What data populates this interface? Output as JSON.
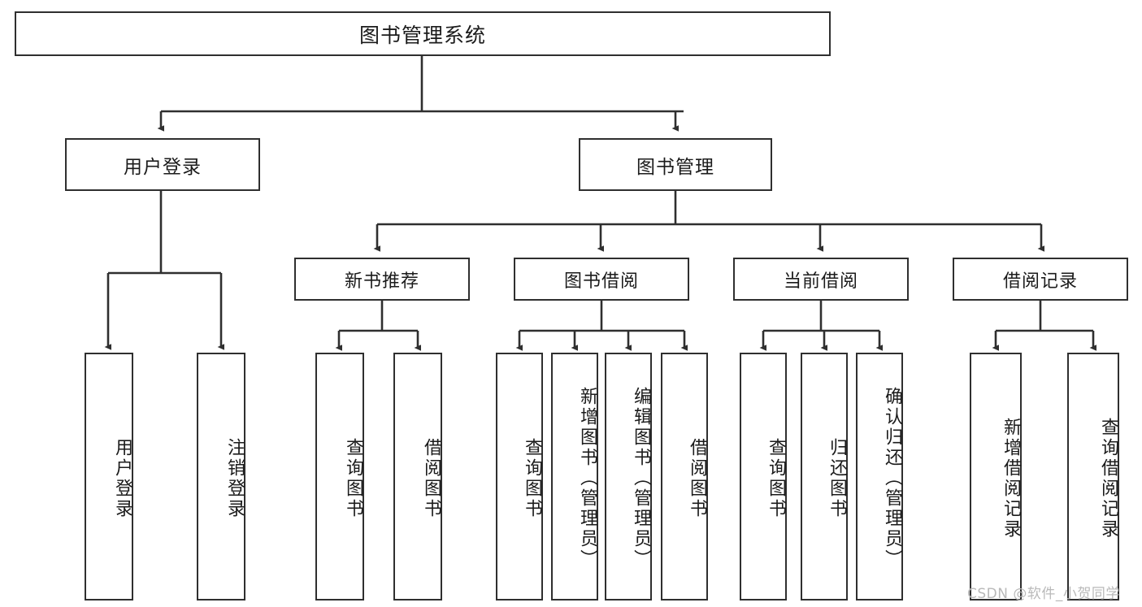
{
  "diagram": {
    "title": "图书管理系统",
    "type": "hierarchy-tree",
    "root": {
      "label": "图书管理系统"
    },
    "level1": [
      {
        "label": "用户登录"
      },
      {
        "label": "图书管理"
      }
    ],
    "level2": [
      {
        "label": "新书推荐"
      },
      {
        "label": "图书借阅"
      },
      {
        "label": "当前借阅"
      },
      {
        "label": "借阅记录"
      }
    ],
    "leaves": {
      "user_login": [
        {
          "label": "用户登录"
        },
        {
          "label": "注销登录"
        }
      ],
      "new_book_recommend": [
        {
          "label": "查询图书"
        },
        {
          "label": "借阅图书"
        }
      ],
      "book_borrow": [
        {
          "label": "查询图书"
        },
        {
          "label": "新增图书（管理员）"
        },
        {
          "label": "编辑图书（管理员）"
        },
        {
          "label": "借阅图书"
        }
      ],
      "current_borrow": [
        {
          "label": "查询图书"
        },
        {
          "label": "归还图书"
        },
        {
          "label": "确认归还（管理员）"
        }
      ],
      "borrow_record": [
        {
          "label": "新增借阅记录"
        },
        {
          "label": "查询借阅记录"
        }
      ]
    }
  },
  "watermark": {
    "text": "CSDN @软件_小贺同学"
  },
  "colors": {
    "border": "#2f2f2f",
    "background": "#ffffff",
    "text": "#1b1b1b",
    "watermark": "#b9b9b9"
  }
}
